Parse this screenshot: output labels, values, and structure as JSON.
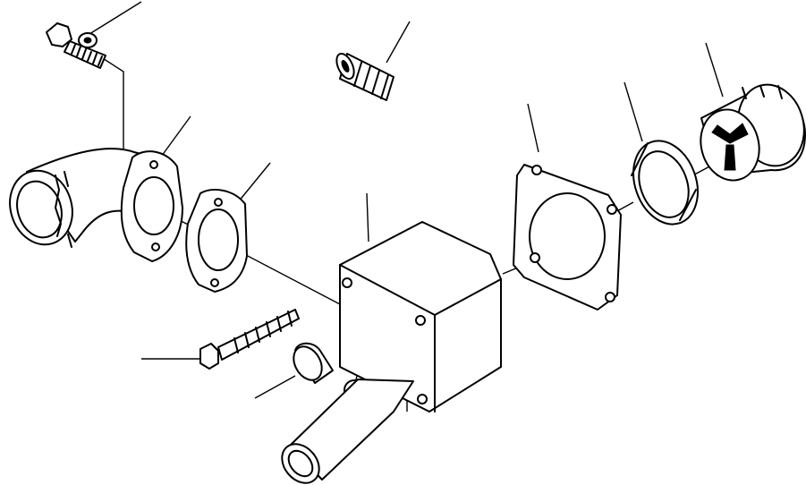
{
  "diagram": {
    "type": "exploded-parts-view",
    "parts": [
      {
        "id": "bolt-washer-top",
        "icon": "bolt-with-washer"
      },
      {
        "id": "elbow-pipe",
        "icon": "elbow-pipe"
      },
      {
        "id": "elbow-flange-gasket",
        "icon": "gasket"
      },
      {
        "id": "flange-gasket",
        "icon": "gasket"
      },
      {
        "id": "thermostat-housing",
        "icon": "housing"
      },
      {
        "id": "long-bolt",
        "icon": "bolt"
      },
      {
        "id": "plug",
        "icon": "plug"
      },
      {
        "id": "hose-nipple",
        "icon": "hose-nipple"
      },
      {
        "id": "square-gasket",
        "icon": "gasket"
      },
      {
        "id": "seal-ring",
        "icon": "seal-ring"
      },
      {
        "id": "thermostat",
        "icon": "thermostat"
      },
      {
        "id": "grooved-plug-top",
        "icon": "plug"
      }
    ],
    "callouts": 12,
    "colors": {
      "line": "#000000",
      "background": "#ffffff"
    }
  }
}
